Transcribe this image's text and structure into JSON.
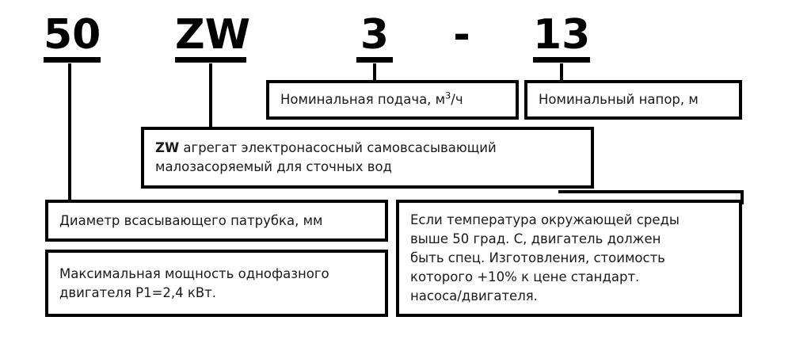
{
  "model_code": {
    "tokens": [
      {
        "name": "suction-diameter-code",
        "text": "50",
        "underlined": true
      },
      {
        "name": "series-code",
        "text": "ZW",
        "underlined": true
      },
      {
        "name": "flow-rate-code",
        "text": "3",
        "underlined": true
      },
      {
        "name": "separator",
        "text": "-",
        "underlined": false
      },
      {
        "name": "head-code",
        "text": "13",
        "underlined": true
      }
    ]
  },
  "callouts": {
    "nominal_flow": "Номинальная подача, м3/ч",
    "nominal_flow_prefix": "Номинальная подача, м",
    "nominal_flow_sup": "3",
    "nominal_flow_suffix": "/ч",
    "nominal_head": "Номинальный напор, м",
    "series_bold": "ZW",
    "series_description": " агрегат электронасосный самовсасывающий малозасоряемый для сточных вод",
    "suction_diameter": "Диаметр всасывающего патрубка, мм",
    "motor_power_line1": "Максимальная мощность однофазного",
    "motor_power_line2": "двигателя Р1=2,4 кВт.",
    "temperature_note_line1": "Если температура окружающей среды",
    "temperature_note_line2": "выше 50 град. С, двигатель должен",
    "temperature_note_line3": "быть спец. Изготовления, стоимость",
    "temperature_note_line4": "которого +10% к цене стандарт.",
    "temperature_note_line5": "насоса/двигателя."
  },
  "colors": {
    "stroke": "#000000",
    "text": "#1a1a1a",
    "background": "#ffffff"
  }
}
